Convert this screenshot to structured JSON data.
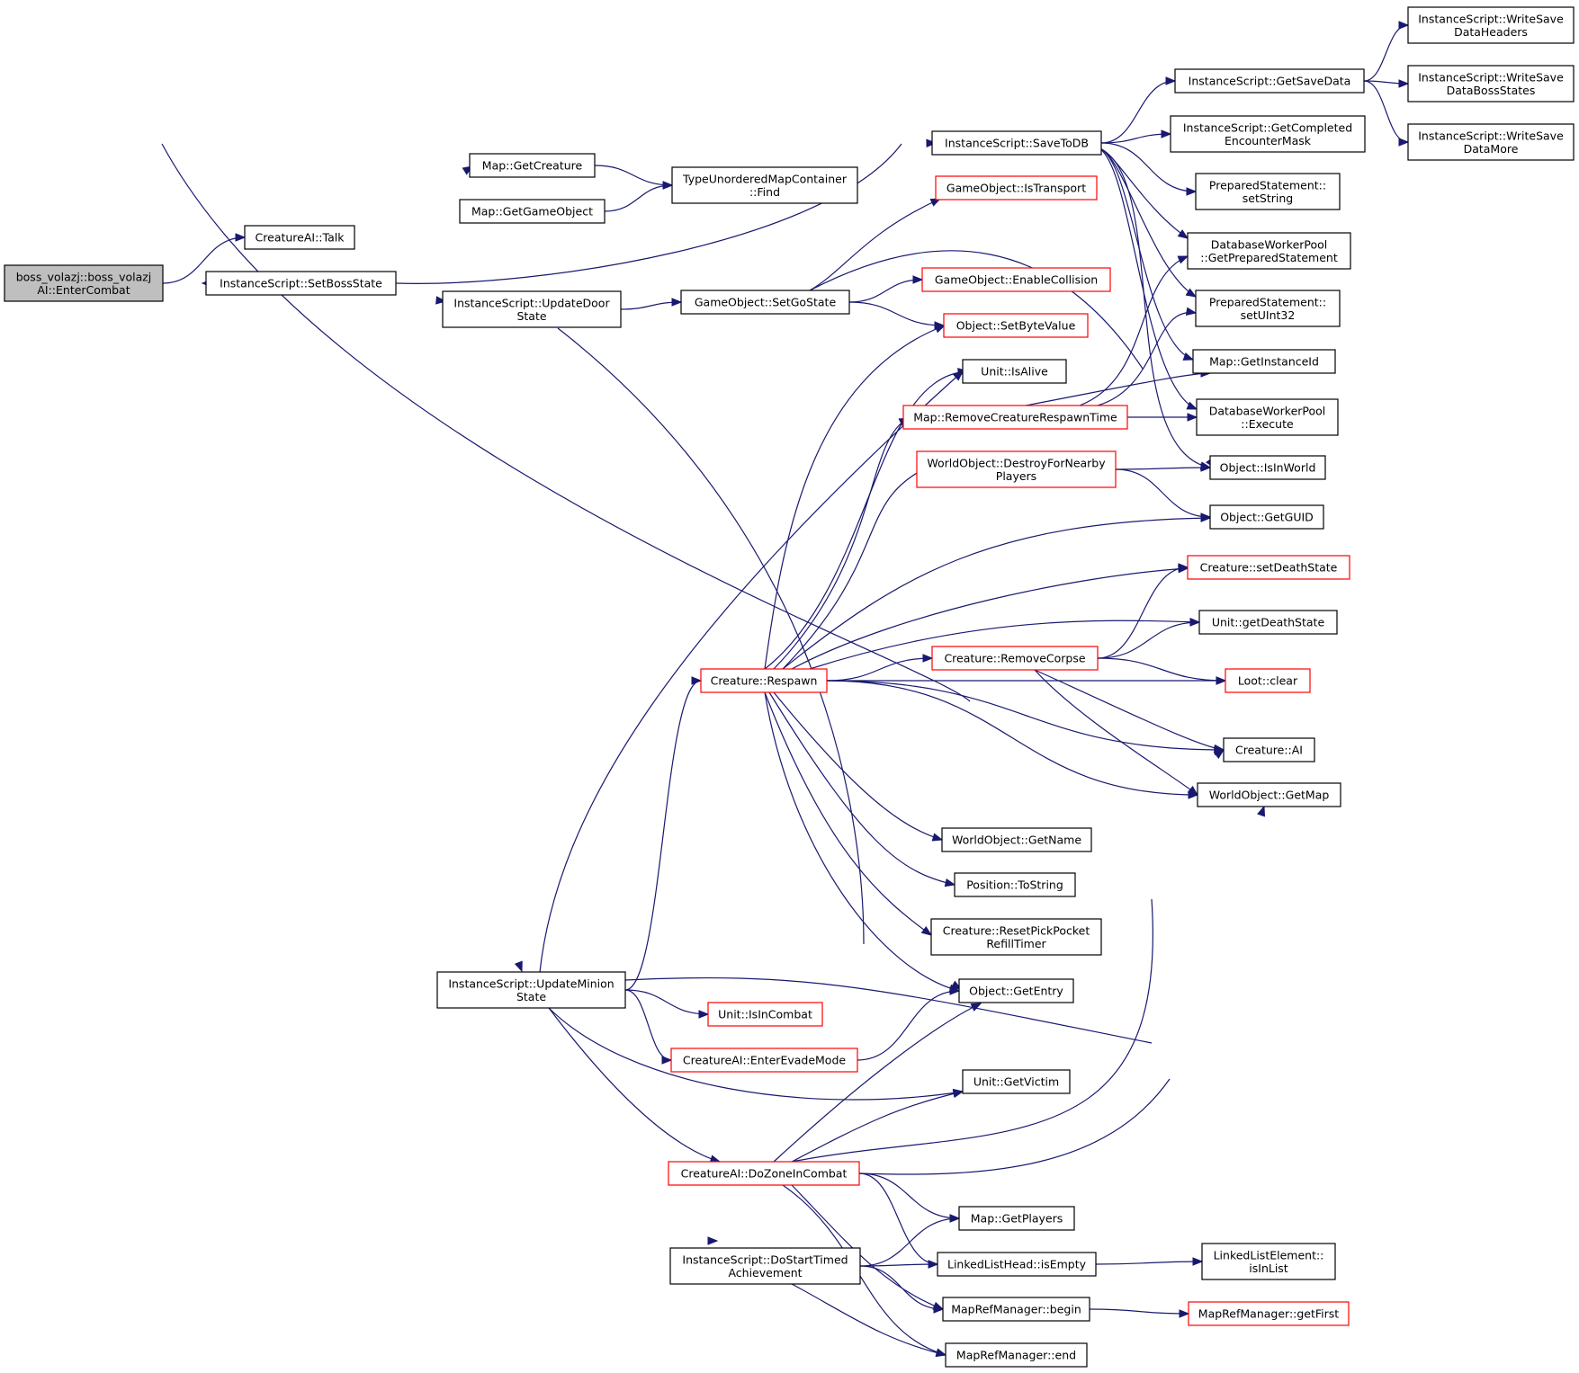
{
  "nodes": {
    "root": {
      "lines": [
        "boss_volazj::boss_volazj",
        "AI::EnterCombat"
      ],
      "color": "gray"
    },
    "talk": {
      "lines": [
        "CreatureAI::Talk"
      ],
      "color": "black"
    },
    "setboss": {
      "lines": [
        "InstanceScript::SetBossState"
      ],
      "color": "black"
    },
    "getcreature": {
      "lines": [
        "Map::GetCreature"
      ],
      "color": "black"
    },
    "getgo": {
      "lines": [
        "Map::GetGameObject"
      ],
      "color": "black"
    },
    "find": {
      "lines": [
        "TypeUnorderedMapContainer",
        "::Find"
      ],
      "color": "black"
    },
    "updatedoor": {
      "lines": [
        "InstanceScript::UpdateDoor",
        "State"
      ],
      "color": "black"
    },
    "setgostate": {
      "lines": [
        "GameObject::SetGoState"
      ],
      "color": "black"
    },
    "savetodb": {
      "lines": [
        "InstanceScript::SaveToDB"
      ],
      "color": "black"
    },
    "getsavedata": {
      "lines": [
        "InstanceScript::GetSaveData"
      ],
      "color": "black"
    },
    "wsdh": {
      "lines": [
        "InstanceScript::WriteSave",
        "DataHeaders"
      ],
      "color": "black"
    },
    "wsdbs": {
      "lines": [
        "InstanceScript::WriteSave",
        "DataBossStates"
      ],
      "color": "black"
    },
    "wsdm": {
      "lines": [
        "InstanceScript::WriteSave",
        "DataMore"
      ],
      "color": "black"
    },
    "getcompleted": {
      "lines": [
        "InstanceScript::GetCompleted",
        "EncounterMask"
      ],
      "color": "black"
    },
    "setstring": {
      "lines": [
        "PreparedStatement::",
        "setString"
      ],
      "color": "black"
    },
    "getprep": {
      "lines": [
        "DatabaseWorkerPool",
        "::GetPreparedStatement"
      ],
      "color": "black"
    },
    "setuint32": {
      "lines": [
        "PreparedStatement::",
        "setUInt32"
      ],
      "color": "black"
    },
    "getinstid": {
      "lines": [
        "Map::GetInstanceId"
      ],
      "color": "black"
    },
    "execute": {
      "lines": [
        "DatabaseWorkerPool",
        "::Execute"
      ],
      "color": "black"
    },
    "isinworld": {
      "lines": [
        "Object::IsInWorld"
      ],
      "color": "black"
    },
    "getguid": {
      "lines": [
        "Object::GetGUID"
      ],
      "color": "black"
    },
    "istransport": {
      "lines": [
        "GameObject::IsTransport"
      ],
      "color": "red"
    },
    "enablecoll": {
      "lines": [
        "GameObject::EnableCollision"
      ],
      "color": "red"
    },
    "setbyte": {
      "lines": [
        "Object::SetByteValue"
      ],
      "color": "red"
    },
    "isalive": {
      "lines": [
        "Unit::IsAlive"
      ],
      "color": "black"
    },
    "removeresp": {
      "lines": [
        "Map::RemoveCreatureRespawnTime"
      ],
      "color": "red"
    },
    "destroyfor": {
      "lines": [
        "WorldObject::DestroyForNearby",
        "Players"
      ],
      "color": "red"
    },
    "setdeath": {
      "lines": [
        "Creature::setDeathState"
      ],
      "color": "red"
    },
    "getdeath": {
      "lines": [
        "Unit::getDeathState"
      ],
      "color": "black"
    },
    "removecorpse": {
      "lines": [
        "Creature::RemoveCorpse"
      ],
      "color": "red"
    },
    "respawn": {
      "lines": [
        "Creature::Respawn"
      ],
      "color": "red"
    },
    "lootclear": {
      "lines": [
        "Loot::clear"
      ],
      "color": "red"
    },
    "creatureai": {
      "lines": [
        "Creature::AI"
      ],
      "color": "black"
    },
    "getmap": {
      "lines": [
        "WorldObject::GetMap"
      ],
      "color": "black"
    },
    "getname": {
      "lines": [
        "WorldObject::GetName"
      ],
      "color": "black"
    },
    "tostring": {
      "lines": [
        "Position::ToString"
      ],
      "color": "black"
    },
    "resetpick": {
      "lines": [
        "Creature::ResetPickPocket",
        "RefillTimer"
      ],
      "color": "black"
    },
    "updateminion": {
      "lines": [
        "InstanceScript::UpdateMinion",
        "State"
      ],
      "color": "black"
    },
    "getentry": {
      "lines": [
        "Object::GetEntry"
      ],
      "color": "black"
    },
    "isincombat": {
      "lines": [
        "Unit::IsInCombat"
      ],
      "color": "red"
    },
    "enterevade": {
      "lines": [
        "CreatureAI::EnterEvadeMode"
      ],
      "color": "red"
    },
    "getvictim": {
      "lines": [
        "Unit::GetVictim"
      ],
      "color": "black"
    },
    "dozone": {
      "lines": [
        "CreatureAI::DoZoneInCombat"
      ],
      "color": "red"
    },
    "getplayers": {
      "lines": [
        "Map::GetPlayers"
      ],
      "color": "black"
    },
    "dostart": {
      "lines": [
        "InstanceScript::DoStartTimed",
        "Achievement"
      ],
      "color": "black"
    },
    "isempty": {
      "lines": [
        "LinkedListHead::isEmpty"
      ],
      "color": "black"
    },
    "isinlist": {
      "lines": [
        "LinkedListElement::",
        "isInList"
      ],
      "color": "black"
    },
    "begin": {
      "lines": [
        "MapRefManager::begin"
      ],
      "color": "black"
    },
    "getfirst": {
      "lines": [
        "MapRefManager::getFirst"
      ],
      "color": "red"
    },
    "end": {
      "lines": [
        "MapRefManager::end"
      ],
      "color": "black"
    }
  },
  "edges": [
    [
      "root",
      "talk"
    ],
    [
      "root",
      "setboss"
    ],
    [
      "root",
      "dostart"
    ],
    [
      "setboss",
      "getcreature"
    ],
    [
      "setboss",
      "getgo"
    ],
    [
      "setboss",
      "savetodb"
    ],
    [
      "setboss",
      "updatedoor"
    ],
    [
      "setboss",
      "updateminion"
    ],
    [
      "getcreature",
      "find"
    ],
    [
      "getgo",
      "find"
    ],
    [
      "updatedoor",
      "setgostate"
    ],
    [
      "updatedoor",
      "getentry"
    ],
    [
      "setgostate",
      "istransport"
    ],
    [
      "setgostate",
      "enablecoll"
    ],
    [
      "setgostate",
      "setbyte"
    ],
    [
      "setgostate",
      "isinworld"
    ],
    [
      "savetodb",
      "getsavedata"
    ],
    [
      "savetodb",
      "getcompleted"
    ],
    [
      "savetodb",
      "setstring"
    ],
    [
      "savetodb",
      "getprep"
    ],
    [
      "savetodb",
      "setuint32"
    ],
    [
      "savetodb",
      "getinstid"
    ],
    [
      "savetodb",
      "execute"
    ],
    [
      "savetodb",
      "isinworld"
    ],
    [
      "getsavedata",
      "wsdh"
    ],
    [
      "getsavedata",
      "wsdbs"
    ],
    [
      "getsavedata",
      "wsdm"
    ],
    [
      "removeresp",
      "getprep"
    ],
    [
      "removeresp",
      "setuint32"
    ],
    [
      "removeresp",
      "getinstid"
    ],
    [
      "removeresp",
      "execute"
    ],
    [
      "destroyfor",
      "isinworld"
    ],
    [
      "destroyfor",
      "getguid"
    ],
    [
      "respawn",
      "setbyte"
    ],
    [
      "respawn",
      "isalive"
    ],
    [
      "respawn",
      "removeresp"
    ],
    [
      "respawn",
      "destroyfor"
    ],
    [
      "respawn",
      "getguid"
    ],
    [
      "respawn",
      "setdeath"
    ],
    [
      "respawn",
      "getdeath"
    ],
    [
      "respawn",
      "removecorpse"
    ],
    [
      "respawn",
      "lootclear"
    ],
    [
      "respawn",
      "creatureai"
    ],
    [
      "respawn",
      "getmap"
    ],
    [
      "respawn",
      "getname"
    ],
    [
      "respawn",
      "tostring"
    ],
    [
      "respawn",
      "resetpick"
    ],
    [
      "respawn",
      "getentry"
    ],
    [
      "removecorpse",
      "setdeath"
    ],
    [
      "removecorpse",
      "getdeath"
    ],
    [
      "removecorpse",
      "lootclear"
    ],
    [
      "removecorpse",
      "creatureai"
    ],
    [
      "removecorpse",
      "getmap"
    ],
    [
      "updateminion",
      "isalive"
    ],
    [
      "updateminion",
      "respawn"
    ],
    [
      "updateminion",
      "creatureai"
    ],
    [
      "updateminion",
      "isincombat"
    ],
    [
      "updateminion",
      "enterevade"
    ],
    [
      "updateminion",
      "getvictim"
    ],
    [
      "updateminion",
      "dozone"
    ],
    [
      "enterevade",
      "getentry"
    ],
    [
      "dozone",
      "getentry"
    ],
    [
      "dozone",
      "getvictim"
    ],
    [
      "dozone",
      "creatureai"
    ],
    [
      "dozone",
      "getmap"
    ],
    [
      "dozone",
      "getplayers"
    ],
    [
      "dozone",
      "isempty"
    ],
    [
      "dozone",
      "begin"
    ],
    [
      "dozone",
      "end"
    ],
    [
      "dostart",
      "getplayers"
    ],
    [
      "dostart",
      "isempty"
    ],
    [
      "dostart",
      "begin"
    ],
    [
      "dostart",
      "end"
    ],
    [
      "isempty",
      "isinlist"
    ],
    [
      "begin",
      "getfirst"
    ]
  ]
}
